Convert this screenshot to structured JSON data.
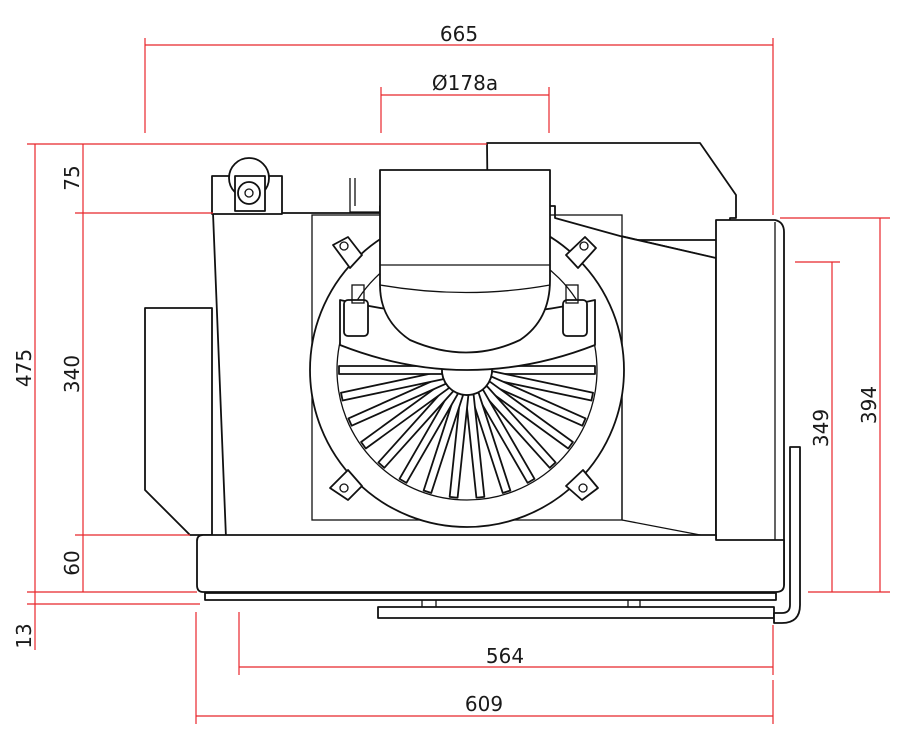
{
  "dimensions": {
    "overall_width": "665",
    "outlet_diameter": "Ø178a",
    "overall_height": "475",
    "top_offset": "75",
    "body_height": "340",
    "base_height": "60",
    "feet_height": "13",
    "right_height": "394",
    "inner_right_height": "349",
    "inner_width": "564",
    "base_width": "609"
  },
  "colors": {
    "dimension": "#e8262b",
    "outline": "#111111",
    "background": "#ffffff"
  }
}
